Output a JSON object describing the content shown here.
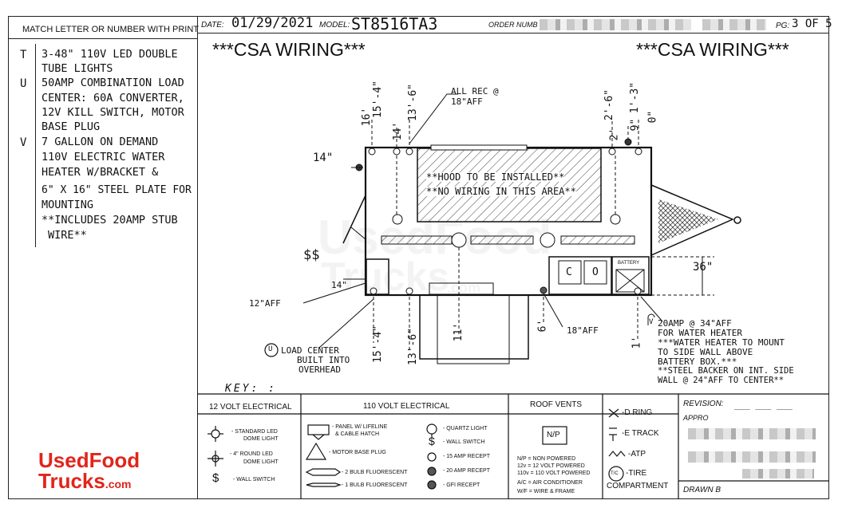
{
  "legend": {
    "header": "MATCH LETTER OR NUMBER WITH PRINT",
    "items": [
      {
        "letter": "T",
        "lines": [
          "3-48\" 110V LED DOUBLE",
          "TUBE LIGHTS"
        ]
      },
      {
        "letter": "U",
        "lines": [
          "50AMP COMBINATION LOAD",
          "CENTER: 60A CONVERTER,",
          "12V KILL SWITCH, MOTOR",
          "BASE PLUG"
        ]
      },
      {
        "letter": "V",
        "lines": [
          "7 GALLON ON DEMAND",
          "110V ELECTRIC WATER",
          "HEATER W/BRACKET &",
          "6\" X 16\" STEEL PLATE FOR",
          "MOUNTING",
          "**INCLUDES 20AMP STUB",
          "WIRE**"
        ]
      }
    ]
  },
  "header": {
    "date_label": "DATE:",
    "date_value": "01/29/2021",
    "model_label": "MODEL:",
    "model_value": "ST8516TA3",
    "order_label": "ORDER NUMB",
    "pg_label": "PG:",
    "pg_value": "3 OF 5"
  },
  "titles": {
    "left": "***CSA WIRING***",
    "right": "***CSA WIRING***"
  },
  "dims": {
    "d16": "16'",
    "d15_4_top": "15'-4\"",
    "d14_top": "14'",
    "d13_6_top": "13'-6\"",
    "d2_6": "2'-6\"",
    "d2": "2'",
    "d9": "9\"",
    "d1_3": "1'-3\"",
    "d0": "0\"",
    "d14_side": "14\"",
    "d14_small": "14\"",
    "d36": "36\"",
    "d15_4_bot": "15'-4\"",
    "d13_6_bot": "13'-6\"",
    "d11": "11'",
    "d6": "6'",
    "d1": "1'"
  },
  "notes": {
    "all_rec": [
      "ALL REC @",
      "18\"AFF"
    ],
    "hood": [
      "**HOOD TO BE INSTALLED**",
      "**NO WIRING IN THIS AREA**"
    ],
    "aff12": "12\"AFF",
    "aff18": "18\"AFF",
    "load_center": [
      "LOAD CENTER",
      "BUILT INTO",
      "OVERHEAD"
    ],
    "load_center_letter": "U",
    "water_heater": [
      "20AMP @ 34\"AFF",
      "FOR WATER HEATER",
      "***WATER HEATER TO MOUNT",
      "TO SIDE WALL ABOVE",
      "BATTERY BOX.***",
      "**STEEL BACKER ON INT. SIDE",
      "WALL @ 24\"AFF TO CENTER**"
    ],
    "water_heater_letter": "V",
    "battery": "BATTERY",
    "sink1": "C",
    "sink2": "O",
    "dollar": "$$",
    "key": "KEY: :"
  },
  "key_table": {
    "col12": "12 VOLT ELECTRICAL",
    "col110": "110 VOLT ELECTRICAL",
    "colroof": "ROOF VENTS",
    "v12": [
      "- STANDARD LED",
      "DOME LIGHT",
      "- 4\" ROUND LED",
      "DOME LIGHT",
      "- WALL SWITCH"
    ],
    "v110_left": [
      "- PANEL W/ LIFELINE",
      "& CABLE HATCH",
      "- MOTOR BASE PLUG",
      "- 2 BULB FLUORESCENT",
      "- 1 BULB FLUORESCENT"
    ],
    "v110_right": [
      "- QUARTZ LIGHT",
      "- WALL SWITCH",
      "- 15 AMP RECEPT",
      "- 20 AMP RECEPT",
      "- GFI RECEPT"
    ],
    "np_box": "N/P",
    "abbr": [
      "N/P = NON POWERED",
      "12v = 12 VOLT POWERED",
      "110v = 110 VOLT POWERED",
      "A/C = AIR CONDITIONER",
      "W/F = WIRE & FRAME"
    ],
    "d_ring": "-D RING",
    "e_track": "-E TRACK",
    "atp": "-ATP",
    "tire": "-TIRE",
    "tire_sym": "T/C",
    "compartment": "COMPARTMENT",
    "revision": "REVISION:",
    "approved": "APPRO",
    "drawn": "DRAWN B"
  },
  "watermark": {
    "line1": "UsedFood",
    "line2": "Trucks",
    "suffix": ".com"
  },
  "logo": {
    "line1": "UsedFood",
    "line2": "Trucks",
    "suffix": ".com"
  }
}
